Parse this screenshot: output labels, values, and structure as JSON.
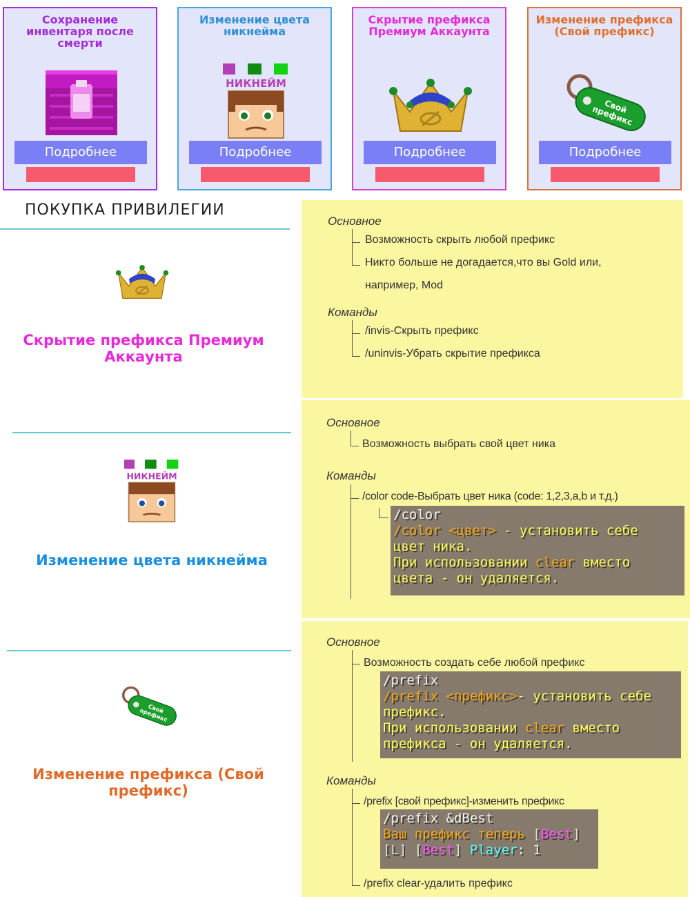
{
  "cards": [
    {
      "title": "Сохранение инвентаря после смерти",
      "button": "Подробнее",
      "color": "#a52cd7",
      "border": "#a52cd7"
    },
    {
      "title": "Изменение цвета никнейма",
      "button": "Подробнее",
      "color": "#2f8fd8",
      "border": "#4aa5e0"
    },
    {
      "title": "Скрытие префикса Премиум Аккаунта",
      "button": "Подробнее",
      "color": "#e62ad8",
      "border": "#d63ecd"
    },
    {
      "title": "Изменение префикса (Свой префикс)",
      "button": "Подробнее",
      "color": "#e0702f",
      "border": "#d9733c"
    }
  ],
  "icons": {
    "nickname_label": "НИКНЕЙМ",
    "keytag_label": "Свой префикс"
  },
  "section": {
    "heading": "ПОКУПКА ПРИВИЛЕГИИ"
  },
  "privileges": [
    {
      "title": "Скрытие префикса Премиум Аккаунта",
      "color": "#e62ad8"
    },
    {
      "title": "Изменение цвета никнейма",
      "color": "#1a8fe0"
    },
    {
      "title": "Изменение префикса (Свой префикс)",
      "color": "#df6a2a"
    }
  ],
  "panel1": {
    "basic_label": "Основное",
    "line1": "Возможность скрыть любой префикс",
    "line2": "Никто больше не догадается,что вы Gold или,",
    "line3": "например, Mod",
    "commands_label": "Команды",
    "cmd1": "/invis-Скрыть префикс",
    "cmd2": "/uninvis-Убрать скрытие префикса"
  },
  "panel2": {
    "basic_label": "Основное",
    "line1": "Возможность выбрать свой цвет ника",
    "commands_label": "Команды",
    "cmd1": "/color code-Выбрать цвет ника (code: 1,2,3,a,b и т.д.)",
    "mc_title": "/color",
    "mc_cmd": "/color <цвет>",
    "mc_text1": " - установить себе",
    "mc_text2": "цвет ника.",
    "mc_text3": "При использовании ",
    "mc_clear": "clear",
    "mc_text4": " вместо",
    "mc_text5": "цвета - он удаляется."
  },
  "panel3": {
    "basic_label": "Основное",
    "line1": "Возможность создать себе любой префикс",
    "mc_title": "/prefix",
    "mc_cmd": "/prefix <префикс>",
    "mc_text1": "- установить себе",
    "mc_text2": "префикс.",
    "mc_text3": "При использовании ",
    "mc_clear": "clear",
    "mc_text4": " вместо",
    "mc_text5": "префикса - он удаляется.",
    "commands_label": "Команды",
    "cmd1": "/prefix [свой префикс]-изменить префикс",
    "mc2_title": "/prefix &dBest",
    "mc2_line1": "Ваш префикс теперь ",
    "mc2_best_open": "[",
    "mc2_best": "Best",
    "mc2_best_close": "]",
    "mc2_l": "[L]",
    "mc2_player": "Player",
    "mc2_colon": ": 1",
    "cmd2": "/prefix clear-удалить префикс"
  }
}
